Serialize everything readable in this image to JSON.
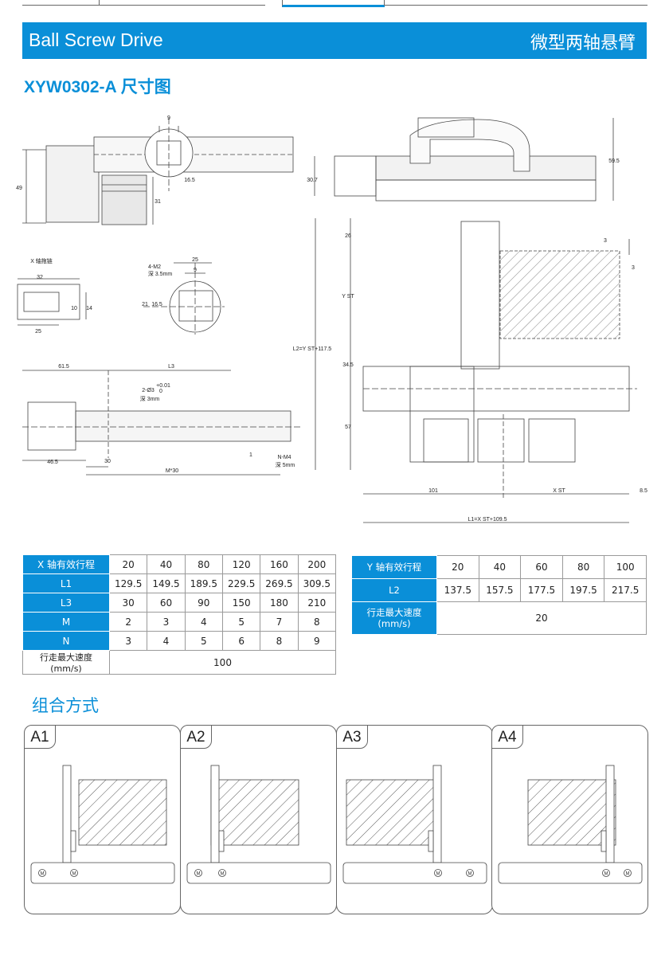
{
  "header": {
    "title_en": "Ball Screw Drive",
    "title_cn": "微型两轴悬臂"
  },
  "model_title": {
    "code": "XYW0302-A",
    "suffix": "尺寸图"
  },
  "drawing_labels": {
    "d9_top": "9",
    "d49": "49",
    "d31": "31",
    "d16_5": "16.5",
    "chain_label": "X 轴拖链",
    "d32": "32",
    "d10": "10",
    "d14": "14",
    "d25a": "25",
    "m2": "4-M2",
    "m2_depth": "深 3.5mm",
    "d25b": "25",
    "d9b": "9",
    "d21": "21",
    "d16_5b": "16.5",
    "d61_5": "61.5",
    "l3": "L3",
    "hole": "2-Ø3",
    "hole_tol": "+0.01",
    "hole_tol2": "0",
    "hole_depth": "深 3mm",
    "d46_5": "46.5",
    "d30": "30",
    "m30": "M*30",
    "d1": "1",
    "nm4": "N-M4",
    "nm4_depth": "深 5mm",
    "d30_7": "30.7",
    "d59_5": "59.5",
    "d26": "26",
    "d3a": "3",
    "d3b": "3",
    "yst": "Y ST",
    "l2": "L2=Y ST+117.5",
    "d34_5": "34.5",
    "d57": "57",
    "d101": "101",
    "xst": "X ST",
    "d8_5": "8.5",
    "l1": "L1=X ST+109.5"
  },
  "table_x": {
    "rows": [
      {
        "label": "X 轴有效行程",
        "values": [
          "20",
          "40",
          "80",
          "120",
          "160",
          "200"
        ]
      },
      {
        "label": "L1",
        "values": [
          "129.5",
          "149.5",
          "189.5",
          "229.5",
          "269.5",
          "309.5"
        ]
      },
      {
        "label": "L3",
        "values": [
          "30",
          "60",
          "90",
          "150",
          "180",
          "210"
        ]
      },
      {
        "label": "M",
        "values": [
          "2",
          "3",
          "4",
          "5",
          "7",
          "8"
        ]
      },
      {
        "label": "N",
        "values": [
          "3",
          "4",
          "5",
          "6",
          "8",
          "9"
        ]
      }
    ],
    "speed_label": "行走最大速度 (mm/s)",
    "speed_value": "100"
  },
  "table_y": {
    "rows": [
      {
        "label": "Y 轴有效行程",
        "values": [
          "20",
          "40",
          "60",
          "80",
          "100"
        ]
      },
      {
        "label": "L2",
        "values": [
          "137.5",
          "157.5",
          "177.5",
          "197.5",
          "217.5"
        ]
      }
    ],
    "speed_label_1": "行走最大速度",
    "speed_label_2": "(mm/s)",
    "speed_value": "20"
  },
  "section_title": "组合方式",
  "combos": [
    {
      "tag": "A1",
      "motor": "M"
    },
    {
      "tag": "A2",
      "motor": "M"
    },
    {
      "tag": "A3",
      "motor": "M"
    },
    {
      "tag": "A4",
      "motor": "M"
    }
  ],
  "colors": {
    "accent": "#0a8fd8",
    "line": "#333333"
  }
}
